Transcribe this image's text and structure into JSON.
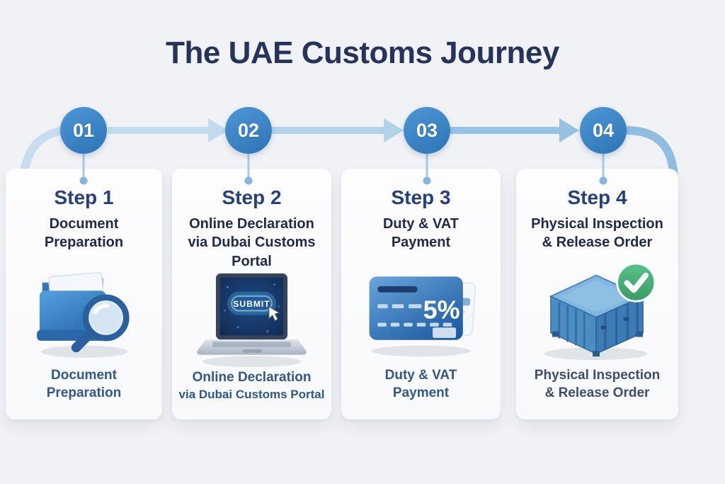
{
  "title": "The UAE Customs Journey",
  "colors": {
    "circle_blue": "#3984c6",
    "arrow_light_blue": "#b9d6ec",
    "success_green": "#45ab74",
    "heading_navy": "#26335b",
    "caption_blue": "#33568c"
  },
  "timeline": {
    "numbers": [
      "01",
      "02",
      "03",
      "04"
    ]
  },
  "steps": [
    {
      "step_label": "Step 1",
      "subtitle_lines": [
        "Document",
        "Preparation"
      ],
      "caption_lines": [
        "Document",
        "Preparation"
      ],
      "icon": "folder-search-icon"
    },
    {
      "step_label": "Step 2",
      "subtitle_lines": [
        "Online Declaration",
        "via Dubai Customs",
        "Portal"
      ],
      "caption_lines": [
        "Online Declaration",
        "via Dubai Customs Portal"
      ],
      "icon": "laptop-submit-icon",
      "screen_button_label": "SUBMIT"
    },
    {
      "step_label": "Step 3",
      "subtitle_lines": [
        "Duty & VAT",
        "Payment"
      ],
      "caption_lines": [
        "Duty & VAT",
        "Payment"
      ],
      "icon": "credit-card-icon",
      "rate_label": "5%"
    },
    {
      "step_label": "Step 4",
      "subtitle_lines": [
        "Physical Inspection",
        "& Release Order"
      ],
      "caption_lines": [
        "Physical Inspection",
        "& Release Order"
      ],
      "icon": "container-check-icon"
    }
  ]
}
